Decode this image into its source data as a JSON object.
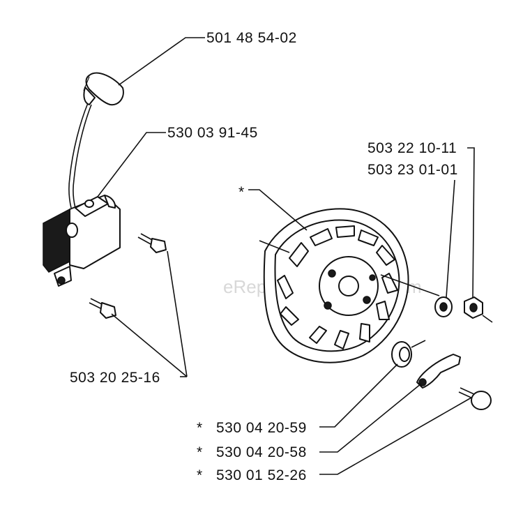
{
  "watermark": "eReplacementParts.com",
  "callouts": {
    "spark_plug_cap": "501 48 54-02",
    "ignition_module": "530 03 91-45",
    "module_screws": "503 20 25-16",
    "nut_a": "503 22 10-11",
    "nut_b": "503 23 01-01",
    "flywheel_asterisk": "*",
    "washer": "530 04 20-59",
    "pawl": "530 04 20-58",
    "bolt": "530 01 52-26",
    "asterisk_marker": "*"
  }
}
